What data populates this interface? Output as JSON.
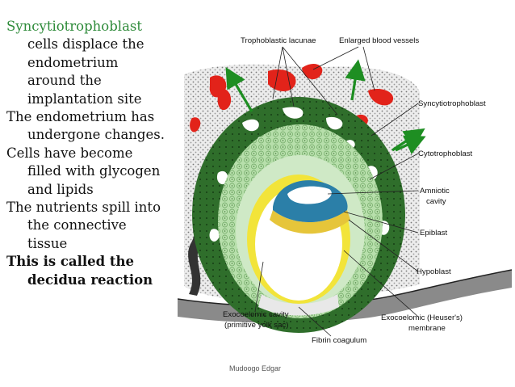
{
  "text": {
    "p1_head": "Syncytiotrophoblast",
    "p1_rest": "cells displace the endometrium around the implantation site",
    "p2": "The endometrium has undergone changes.",
    "p3": "Cells have become filled with glycogen and lipids",
    "p4": "The nutrients spill into the connective tissue",
    "p5": "This is called the decidua reaction"
  },
  "diagram": {
    "labels": {
      "trophoblastic_lacunae": "Trophoblastic lacunae",
      "enlarged_blood_vessels": "Enlarged blood vessels",
      "syncytiotrophoblast": "Syncytiotrophoblast",
      "cytotrophoblast": "Cytotrophoblast",
      "amniotic_cavity_1": "Amniotic",
      "amniotic_cavity_2": "cavity",
      "epiblast": "Epiblast",
      "hypoblast": "Hypoblast",
      "exocoelomic_cavity_1": "Exocoelomic cavity",
      "exocoelomic_cavity_2": "(primitive yolk sac)",
      "fibrin_coagulum": "Fibrin coagulum",
      "exocoelomic_membrane_1": "Exocoelomic (Heuser's)",
      "exocoelomic_membrane_2": "membrane"
    },
    "colors": {
      "syncytiotrophoblast": "#2f6e2b",
      "cytotrophoblast": "#a9d79e",
      "extraembryonic": "#cfe9c6",
      "amnion": "#2b7fa8",
      "yolk": "#f2e43a",
      "blood": "#e2231a",
      "arrow": "#1e8e22",
      "endometrium": "#e8e8e8"
    }
  },
  "credit": "Mudoogo Edgar"
}
